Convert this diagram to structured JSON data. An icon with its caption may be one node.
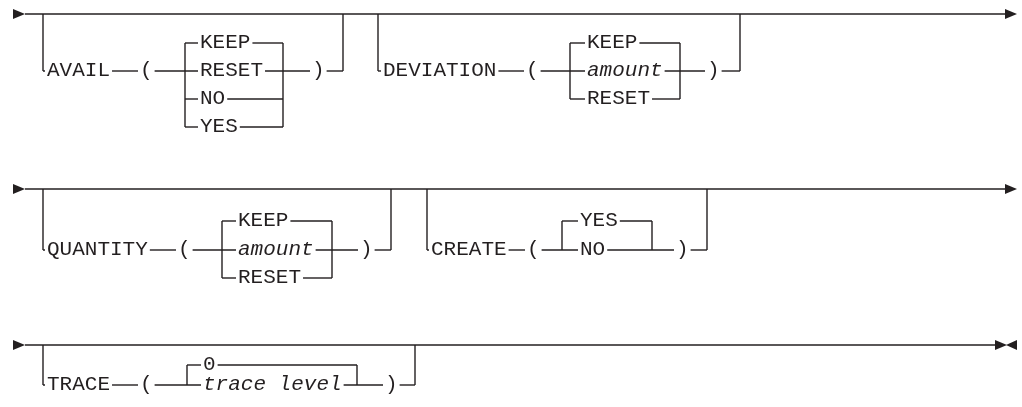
{
  "diagram": {
    "labels": [
      "AVAIL",
      "(",
      "KEEP",
      "RESET",
      "NO",
      "YES",
      ")",
      "DEVIATION",
      "(",
      "KEEP",
      "amount",
      "RESET",
      ")",
      "QUANTITY",
      "(",
      "KEEP",
      "amount",
      "RESET",
      ")",
      "CREATE",
      "(",
      "YES",
      "NO",
      ")",
      "TRACE",
      "(",
      "0",
      "trace level",
      ")"
    ]
  }
}
